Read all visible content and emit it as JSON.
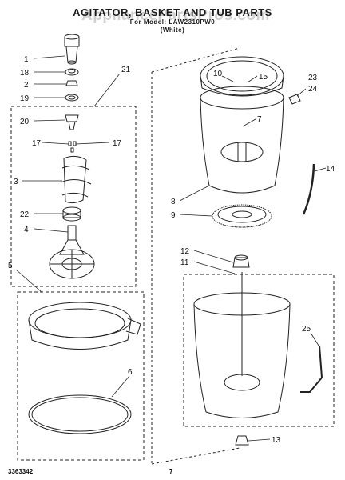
{
  "header": {
    "title": "AGITATOR, BASKET AND TUB PARTS",
    "subtitle": "For Model: LAW2310PW0",
    "subtitle2": "(White)",
    "watermark": "AppliancePartsPros.com"
  },
  "footer": {
    "part_number": "3363342",
    "page_number": "7"
  },
  "callouts": [
    "1",
    "18",
    "2",
    "19",
    "20",
    "17",
    "17",
    "3",
    "22",
    "4",
    "21",
    "5",
    "6",
    "10",
    "15",
    "7",
    "23",
    "24",
    "14",
    "8",
    "9",
    "12",
    "11",
    "25",
    "13"
  ],
  "colors": {
    "line": "#222222",
    "dash": "#333333"
  }
}
